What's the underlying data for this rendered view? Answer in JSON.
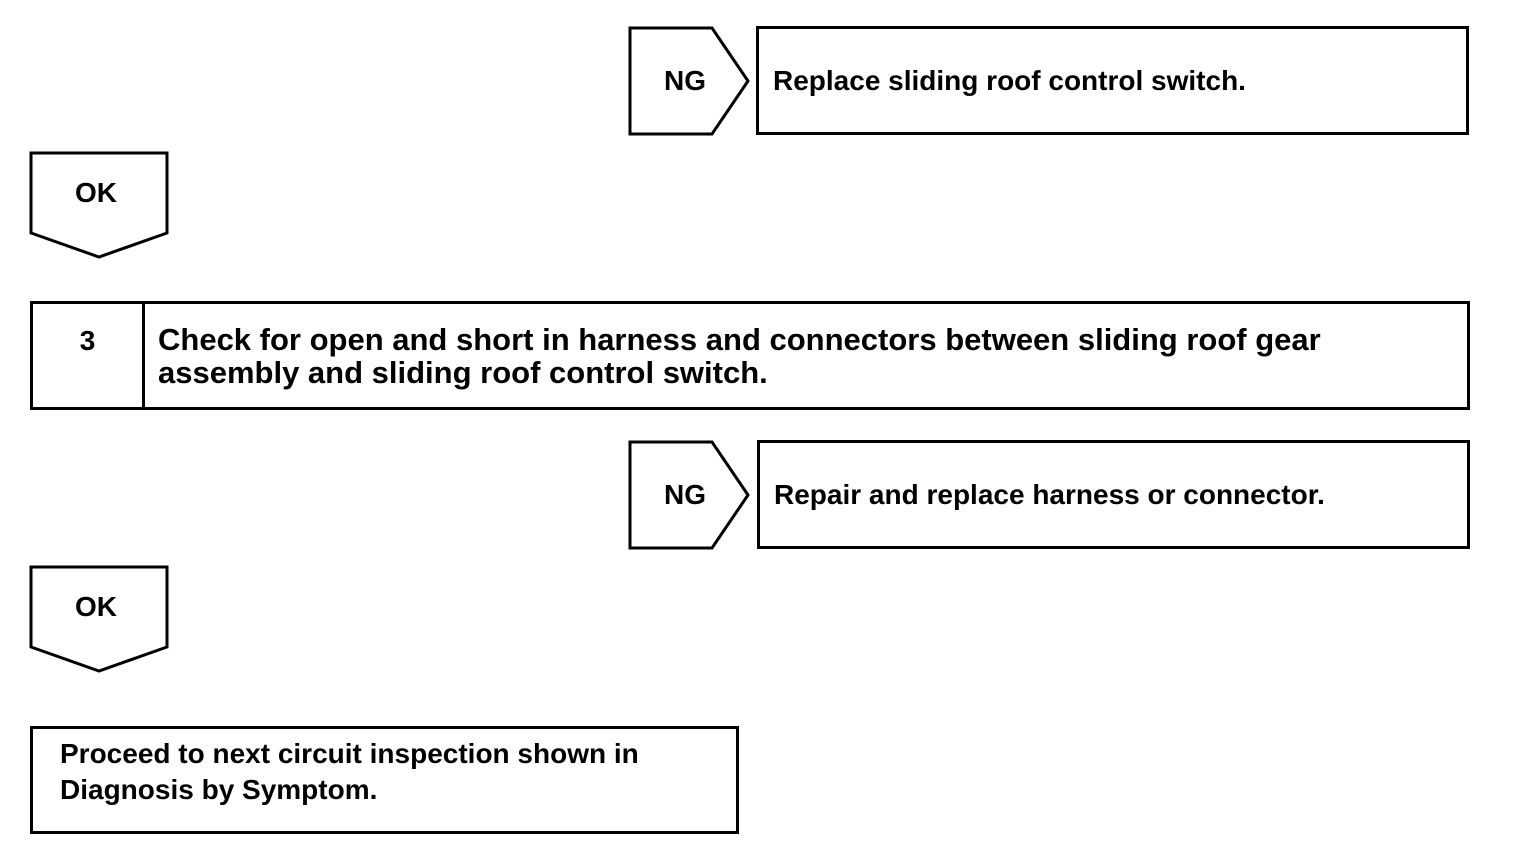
{
  "flow": {
    "ng1": {
      "label": "NG",
      "result": "Replace sliding roof control switch."
    },
    "ok1": {
      "label": "OK"
    },
    "step3": {
      "number": "3",
      "text": "Check for open and short in harness and connectors between sliding roof gear assembly and sliding roof control switch."
    },
    "ng2": {
      "label": "NG",
      "result": "Repair and replace harness or connector."
    },
    "ok2": {
      "label": "OK"
    },
    "final": {
      "text": "Proceed to next circuit inspection shown in Diagnosis by Symptom."
    }
  }
}
